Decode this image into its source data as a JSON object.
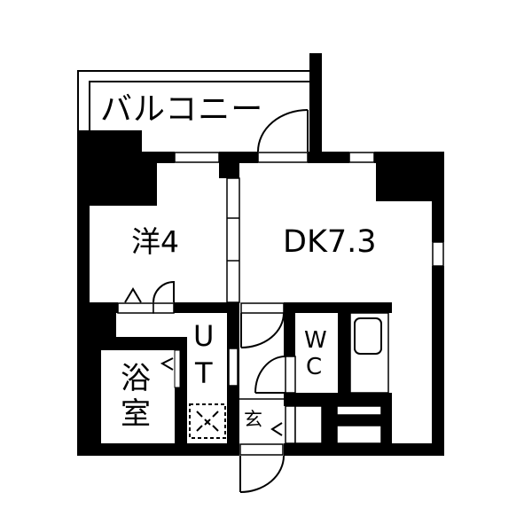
{
  "floorplan": {
    "rooms": {
      "balcony": {
        "label": "バルコニー"
      },
      "western_room": {
        "label": "洋4",
        "type": "洋室",
        "size_jo": 4
      },
      "dining_kitchen": {
        "label": "DK7.3",
        "type": "DK",
        "size_jo": 7.3
      },
      "utility": {
        "label_line1": "U",
        "label_line2": "T"
      },
      "bathroom": {
        "label_line1": "浴",
        "label_line2": "室"
      },
      "toilet": {
        "label_line1": "W",
        "label_line2": "C"
      },
      "entrance": {
        "label": "玄"
      }
    },
    "colors": {
      "wall": "#000000",
      "background": "#ffffff"
    }
  }
}
